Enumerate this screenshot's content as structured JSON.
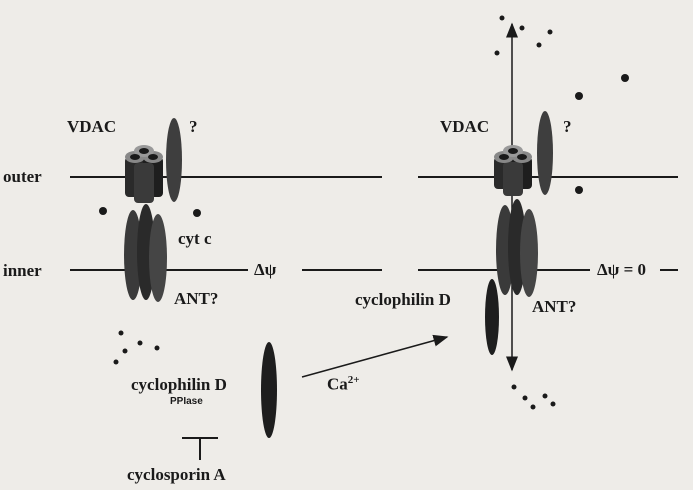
{
  "labels": {
    "vdac_left": "VDAC",
    "vdac_right": "VDAC",
    "question_left": "?",
    "question_right": "?",
    "outer": "outer",
    "inner": "inner",
    "cyt_c": "cyt c",
    "delta_psi": "Δψ",
    "delta_psi_zero": "Δψ = 0",
    "ant_left": "ANT?",
    "ant_right": "ANT?",
    "cyclophilin_d_bottom": "cyclophilin D",
    "ppiase": "PPIase",
    "cyclosporin_a": "cyclosporin A",
    "cyclophilin_d_right": "cyclophilin D",
    "ca_base": "Ca",
    "ca_charge": "2+"
  },
  "colors": {
    "background": "#eeece8",
    "ink": "#1a1a1a",
    "protein_dark": "#2a2a2a",
    "protein_mid": "#4a4a4a"
  }
}
